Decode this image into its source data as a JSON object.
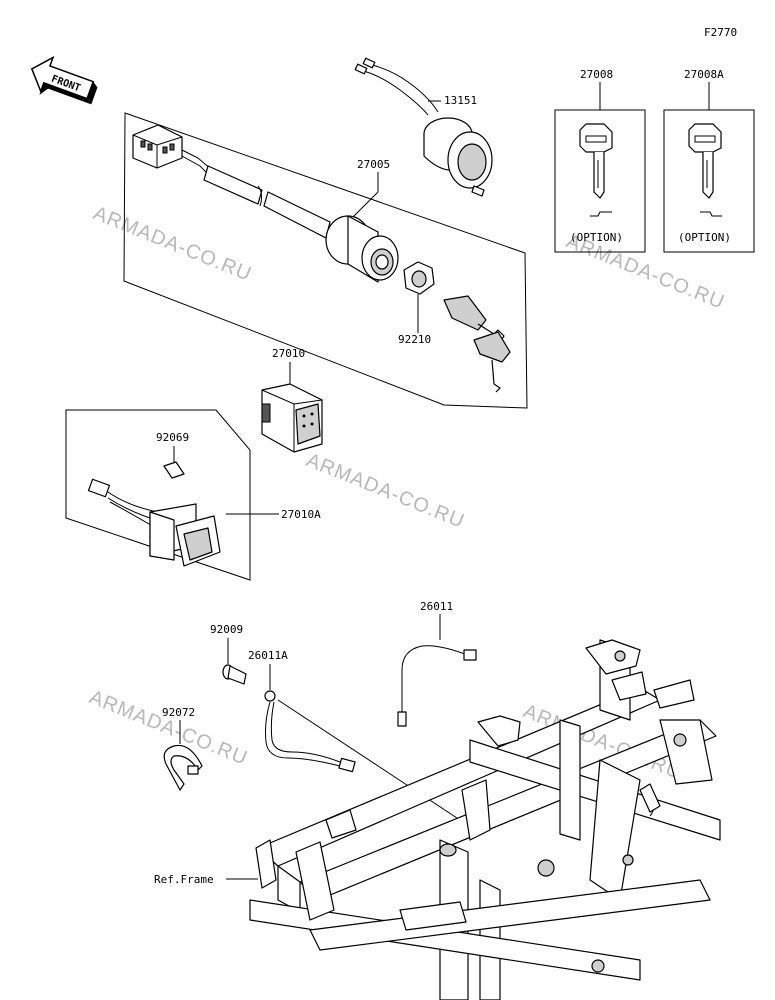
{
  "figure_code": "F2770",
  "front_badge": "FRONT",
  "watermark": "ARMADA-CO.RU",
  "parts": {
    "p13151": "13151",
    "p27005": "27005",
    "p92210": "92210",
    "p27008": "27008",
    "p27008A": "27008A",
    "p27010": "27010",
    "p92069": "92069",
    "p27010A": "27010A",
    "p26011": "26011",
    "p92009": "92009",
    "p26011A": "26011A",
    "p92072": "92072",
    "ref_frame": "Ref.Frame"
  },
  "option_label": "(OPTION)"
}
